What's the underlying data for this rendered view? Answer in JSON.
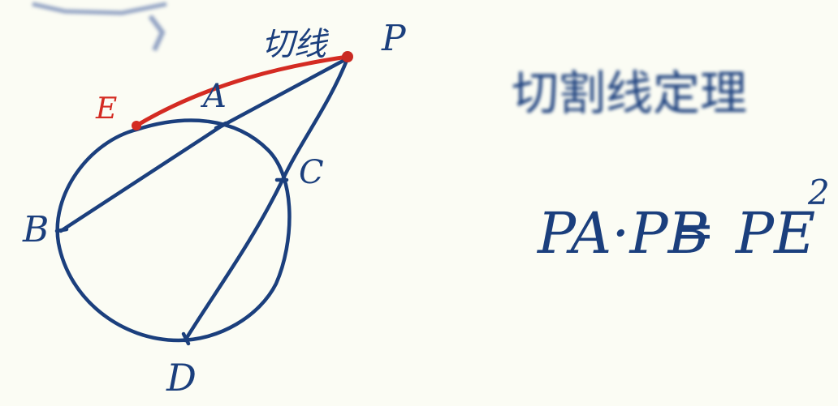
{
  "diagram": {
    "points": {
      "P": "P",
      "A": "A",
      "B": "B",
      "C": "C",
      "D": "D",
      "E": "E"
    },
    "annotation_text": "切线",
    "note_text": "切割线定理",
    "formula": {
      "lhs": "PA·PB",
      "eq": "=",
      "rhs_base": "PE",
      "rhs_exp": "2"
    },
    "colors": {
      "ink": "#1b3f7d",
      "tangent": "#d42b22",
      "background": "#fbfcf4"
    }
  }
}
